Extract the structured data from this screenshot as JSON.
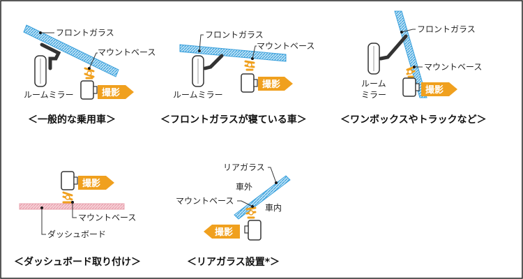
{
  "colors": {
    "glass": "#3aa0dc",
    "dashboard": "#e8a0ac",
    "arrow": "#f0a01e",
    "mount": "#f0a01e",
    "camera_body": "#ffffff",
    "outline": "#333333"
  },
  "labels": {
    "front_glass": "フロントガラス",
    "mount_base": "マウントベース",
    "room_mirror": "ルームミラー",
    "room_mirror_line1": "ルーム",
    "room_mirror_line2": "ミラー",
    "shoot": "撮影",
    "dash_board": "ダッシュボード",
    "rear_glass": "リアガラス",
    "outside": "車外",
    "inside": "車内"
  },
  "captions": {
    "standard": "＜一般的な乗用車＞",
    "lying_glass": "＜フロントガラスが寝ている車＞",
    "van_truck": "＜ワンボックスやトラックなど＞",
    "dashboard_mount": "＜ダッシュボード取り付け＞",
    "rear_glass_mount": "＜リアガラス設置*＞"
  }
}
